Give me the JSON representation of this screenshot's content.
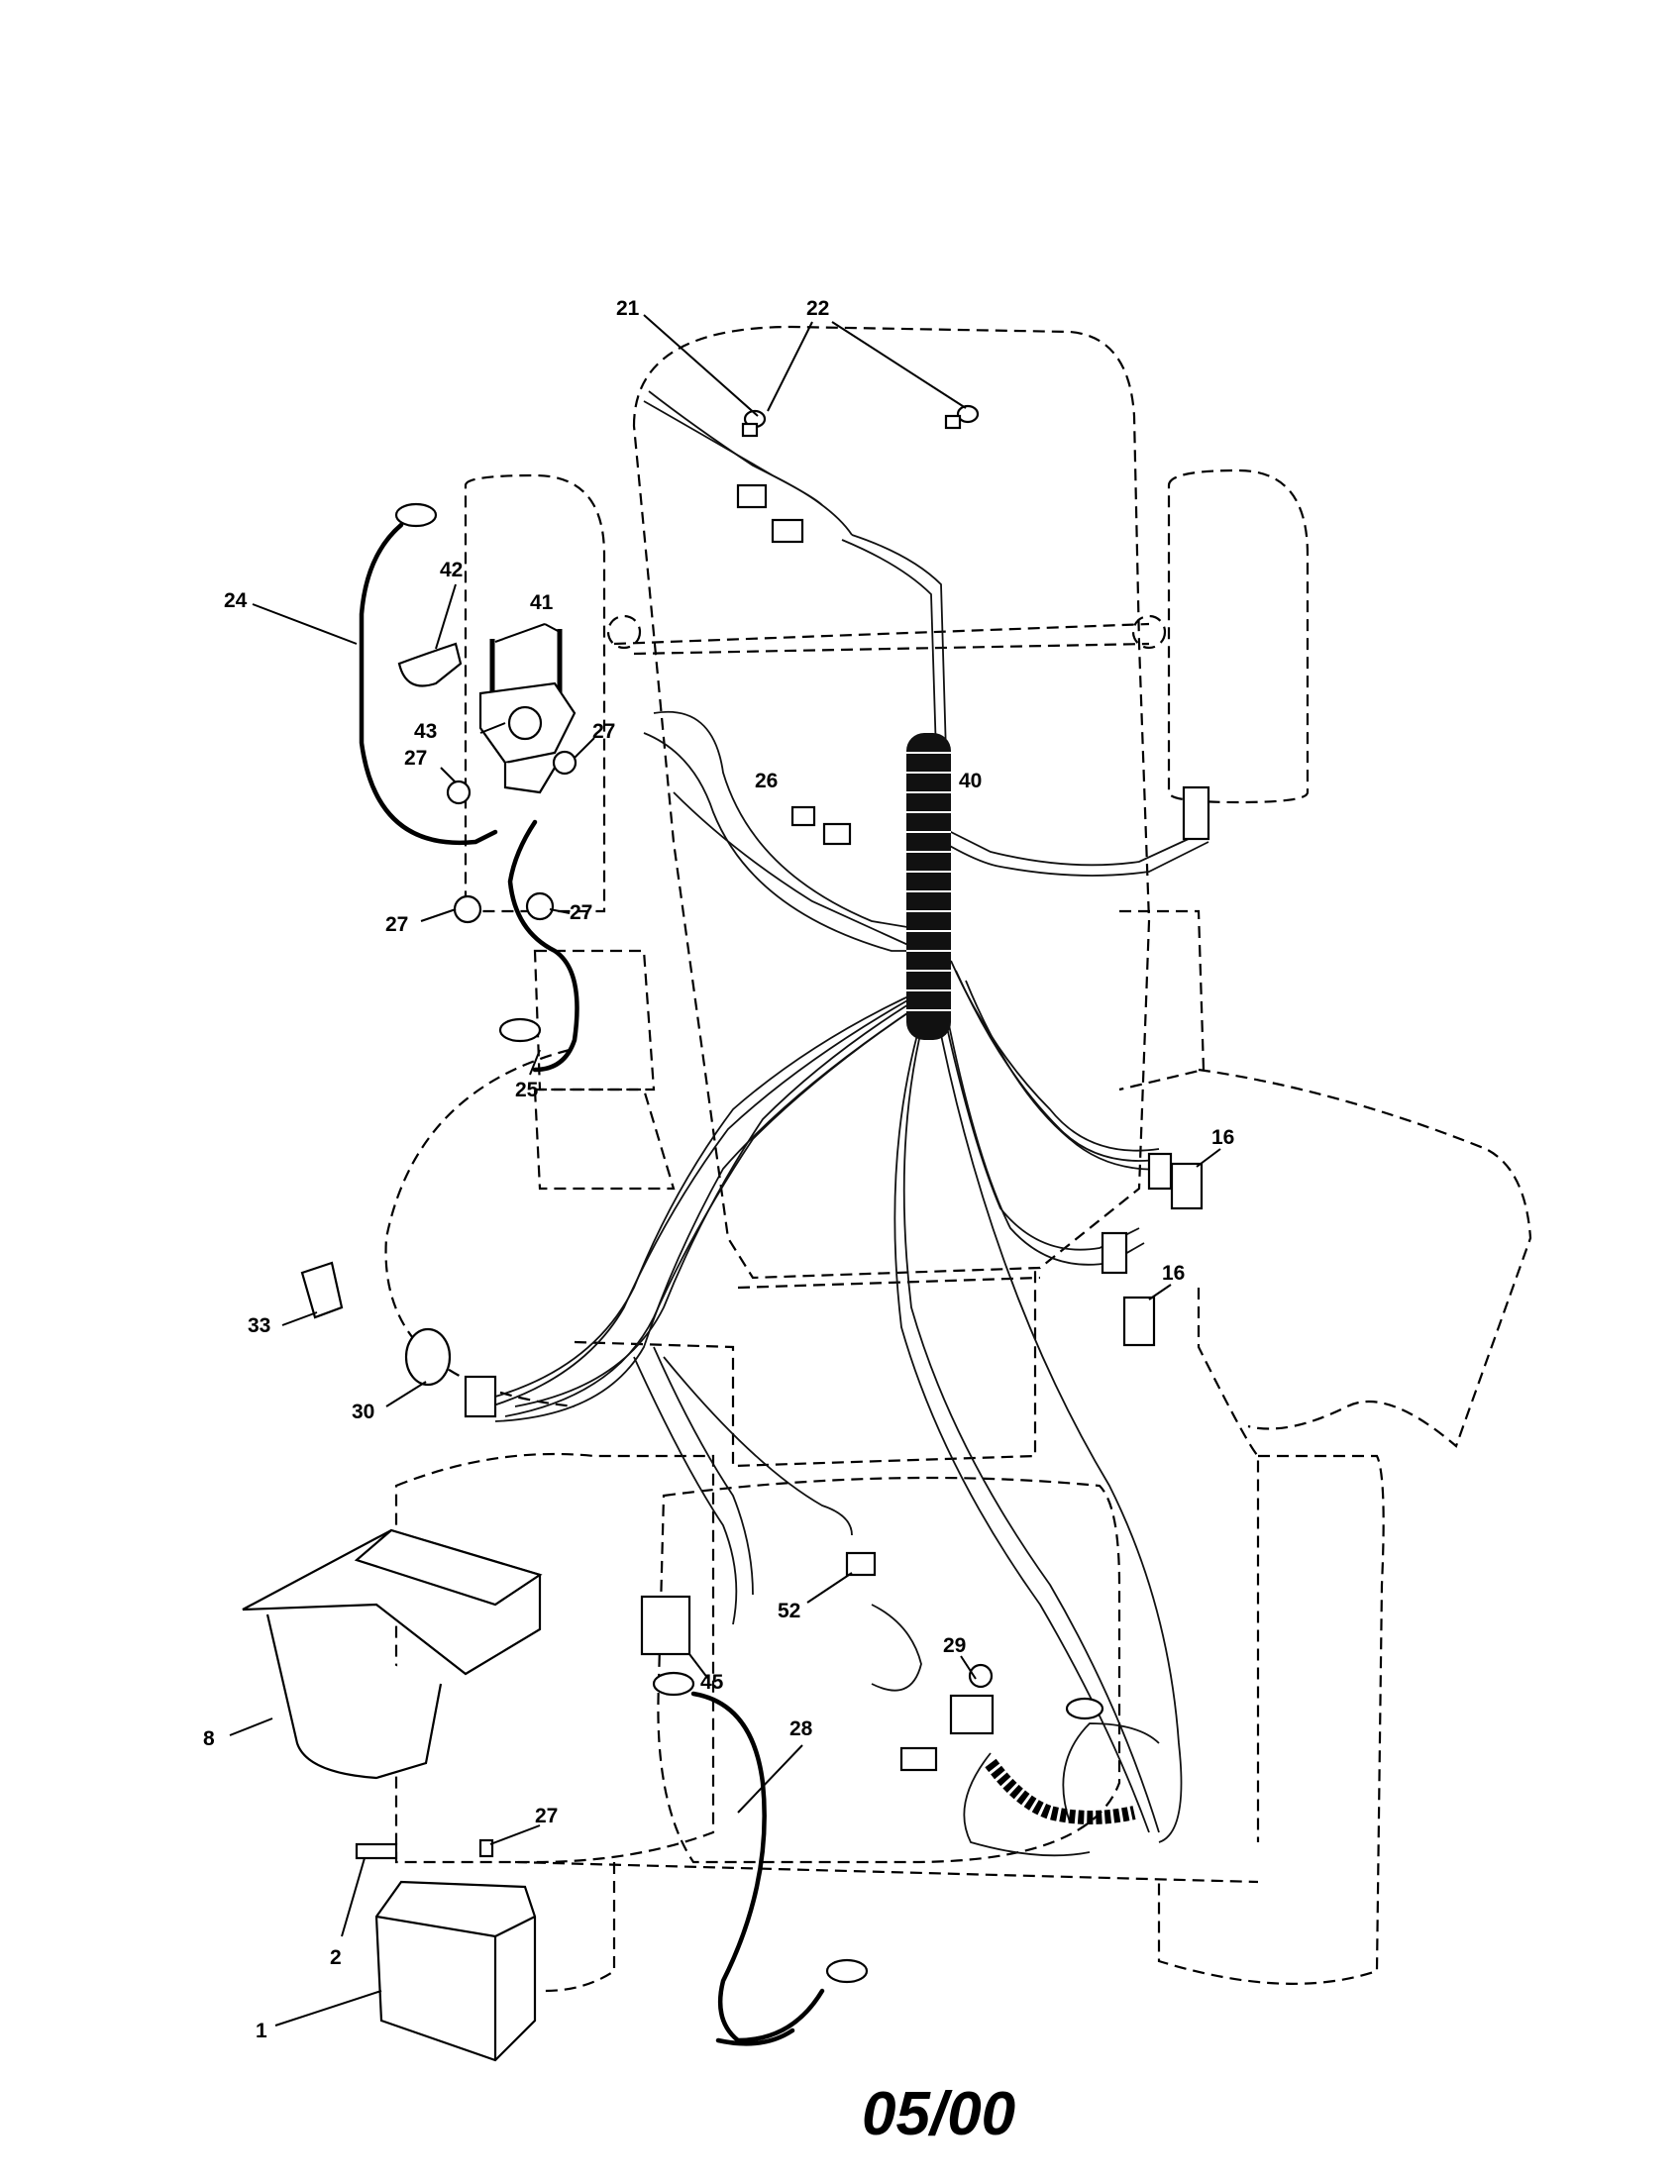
{
  "callouts": [
    {
      "id": "c21",
      "label": "21"
    },
    {
      "id": "c22",
      "label": "22"
    },
    {
      "id": "c24",
      "label": "24"
    },
    {
      "id": "c42",
      "label": "42"
    },
    {
      "id": "c41",
      "label": "41"
    },
    {
      "id": "c43",
      "label": "43"
    },
    {
      "id": "c27a",
      "label": "27"
    },
    {
      "id": "c27b",
      "label": "27"
    },
    {
      "id": "c27c",
      "label": "27"
    },
    {
      "id": "c27d",
      "label": "27"
    },
    {
      "id": "c26",
      "label": "26"
    },
    {
      "id": "c40",
      "label": "40"
    },
    {
      "id": "c25",
      "label": "25"
    },
    {
      "id": "c16a",
      "label": "16"
    },
    {
      "id": "c16b",
      "label": "16"
    },
    {
      "id": "c33",
      "label": "33"
    },
    {
      "id": "c30",
      "label": "30"
    },
    {
      "id": "c52",
      "label": "52"
    },
    {
      "id": "c45",
      "label": "45"
    },
    {
      "id": "c29",
      "label": "29"
    },
    {
      "id": "c28",
      "label": "28"
    },
    {
      "id": "c8",
      "label": "8"
    },
    {
      "id": "c27e",
      "label": "27"
    },
    {
      "id": "c2",
      "label": "2"
    },
    {
      "id": "c1",
      "label": "1"
    }
  ],
  "footer": {
    "code": "05/00"
  }
}
